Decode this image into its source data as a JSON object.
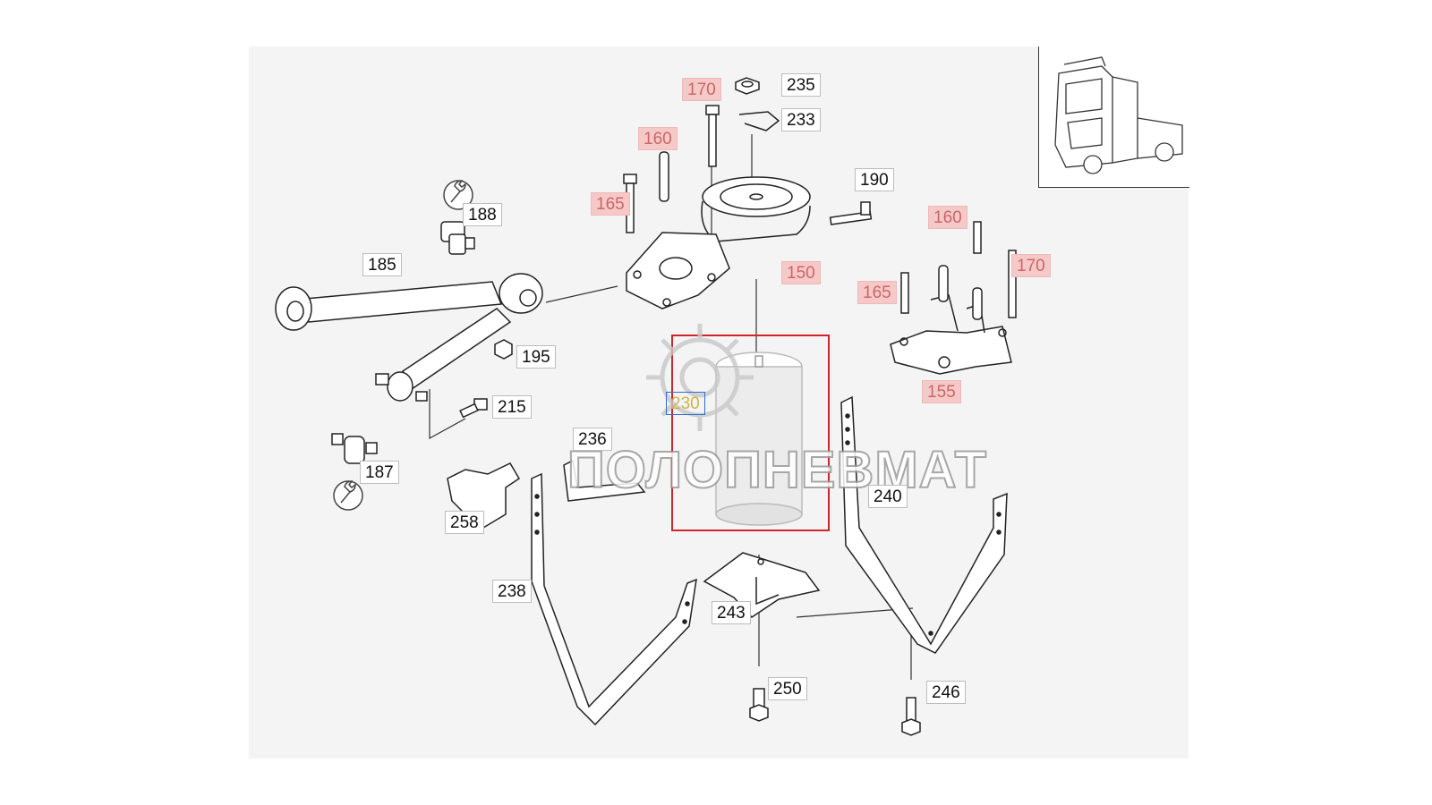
{
  "diagram": {
    "callouts": [
      {
        "id": "235",
        "label": "235",
        "style": "plain"
      },
      {
        "id": "170a",
        "label": "170",
        "style": "pink"
      },
      {
        "id": "233",
        "label": "233",
        "style": "plain"
      },
      {
        "id": "160a",
        "label": "160",
        "style": "pink"
      },
      {
        "id": "190",
        "label": "190",
        "style": "plain"
      },
      {
        "id": "165a",
        "label": "165",
        "style": "pink"
      },
      {
        "id": "188",
        "label": "188",
        "style": "plain"
      },
      {
        "id": "185",
        "label": "185",
        "style": "plain"
      },
      {
        "id": "150",
        "label": "150",
        "style": "pink"
      },
      {
        "id": "160b",
        "label": "160",
        "style": "pink"
      },
      {
        "id": "170b",
        "label": "170",
        "style": "pink"
      },
      {
        "id": "165b",
        "label": "165",
        "style": "pink"
      },
      {
        "id": "155",
        "label": "155",
        "style": "pink"
      },
      {
        "id": "195",
        "label": "195",
        "style": "plain"
      },
      {
        "id": "215",
        "label": "215",
        "style": "plain"
      },
      {
        "id": "230",
        "label": "230",
        "style": "framed"
      },
      {
        "id": "236",
        "label": "236",
        "style": "plain"
      },
      {
        "id": "187",
        "label": "187",
        "style": "plain"
      },
      {
        "id": "258",
        "label": "258",
        "style": "plain"
      },
      {
        "id": "240",
        "label": "240",
        "style": "plain"
      },
      {
        "id": "238",
        "label": "238",
        "style": "plain"
      },
      {
        "id": "243",
        "label": "243",
        "style": "plain"
      },
      {
        "id": "250",
        "label": "250",
        "style": "plain"
      },
      {
        "id": "246",
        "label": "246",
        "style": "plain"
      }
    ],
    "highlight_part": "230",
    "highlight_color": "#d0262b",
    "watermark_text": "ПОЛОПНЕВМАТ"
  },
  "colors": {
    "line": "#222222",
    "pink_label_bg": "#f6c9c9",
    "pink_label_text": "#cc6666",
    "highlight_frame": "#d0262b"
  }
}
